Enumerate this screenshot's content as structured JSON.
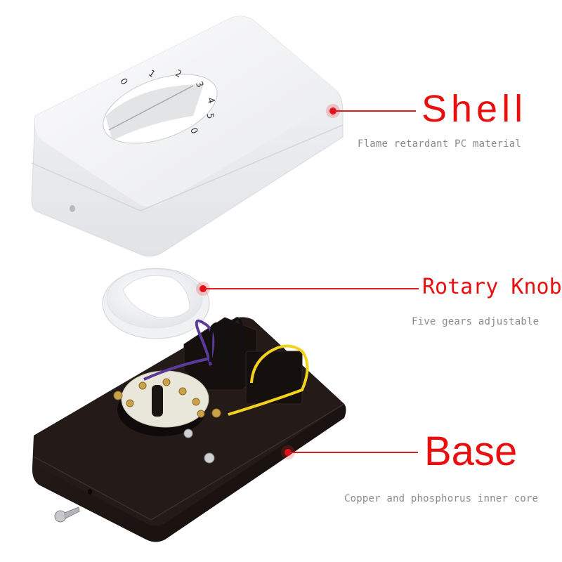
{
  "diagram": {
    "type": "exploded product view",
    "parts": [
      {
        "id": "shell",
        "title": "Shell",
        "subtitle": "Flame retardant PC material"
      },
      {
        "id": "knob",
        "title": "Rotary Knob",
        "subtitle": "Five gears adjustable"
      },
      {
        "id": "base",
        "title": "Base",
        "subtitle": "Copper and phosphorus inner core"
      }
    ],
    "dial_markings": [
      "0",
      "1",
      "2",
      "3",
      "4",
      "5",
      "0"
    ]
  },
  "colors": {
    "accent_red": "#e8100f",
    "subtitle_gray": "#8a8a8a",
    "shell_white": "#f2f3f5",
    "base_black": "#1c1512",
    "wire_purple": "#5a3a9a",
    "wire_yellow": "#f2d21c"
  }
}
